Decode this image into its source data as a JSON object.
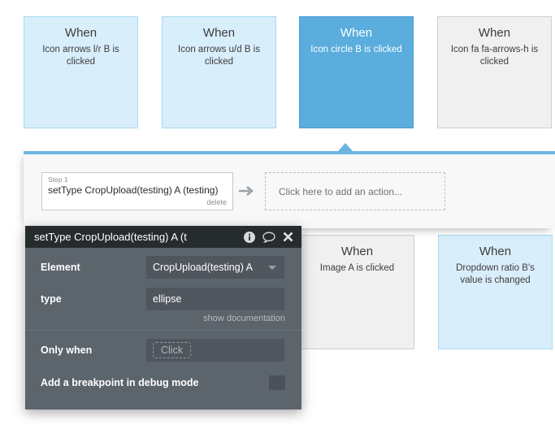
{
  "events": [
    {
      "when": "When",
      "desc": "Icon arrows l/r B is clicked",
      "style": "light"
    },
    {
      "when": "When",
      "desc": "Icon arrows u/d B is clicked",
      "style": "light"
    },
    {
      "when": "When",
      "desc": "Icon circle B is clicked",
      "style": "selected"
    },
    {
      "when": "When",
      "desc": "Icon fa fa-arrows-h is clicked",
      "style": "grey"
    },
    {
      "when": "When",
      "desc": "Image A is clicked",
      "style": "grey"
    },
    {
      "when": "When",
      "desc": "Dropdown ratio B's value is changed",
      "style": "light"
    }
  ],
  "actions_panel": {
    "step": {
      "label": "Step 1",
      "title": "setType CropUpload(testing) A (testing)",
      "delete_label": "delete"
    },
    "arrow_icon": "arrow-right-icon",
    "add_action_text": "Click here to add an action..."
  },
  "dialog": {
    "title": "setType CropUpload(testing) A (t",
    "header_icons": [
      "info-icon",
      "comment-icon",
      "close-icon"
    ],
    "fields": [
      {
        "label": "Element",
        "value": "CropUpload(testing) A",
        "type": "dropdown"
      },
      {
        "label": "type",
        "value": "ellipse",
        "type": "text"
      }
    ],
    "doc_link": "show documentation",
    "only_when": {
      "label": "Only when",
      "placeholder": "Click"
    },
    "breakpoint": {
      "label": "Add a breakpoint in debug mode",
      "checked": false
    }
  },
  "colors": {
    "accent_blue": "#6db4e4",
    "card_selected": "#5aaddd",
    "card_light": "#d9eefb",
    "dialog_body": "#5c646c",
    "dialog_header": "#262b2e"
  }
}
